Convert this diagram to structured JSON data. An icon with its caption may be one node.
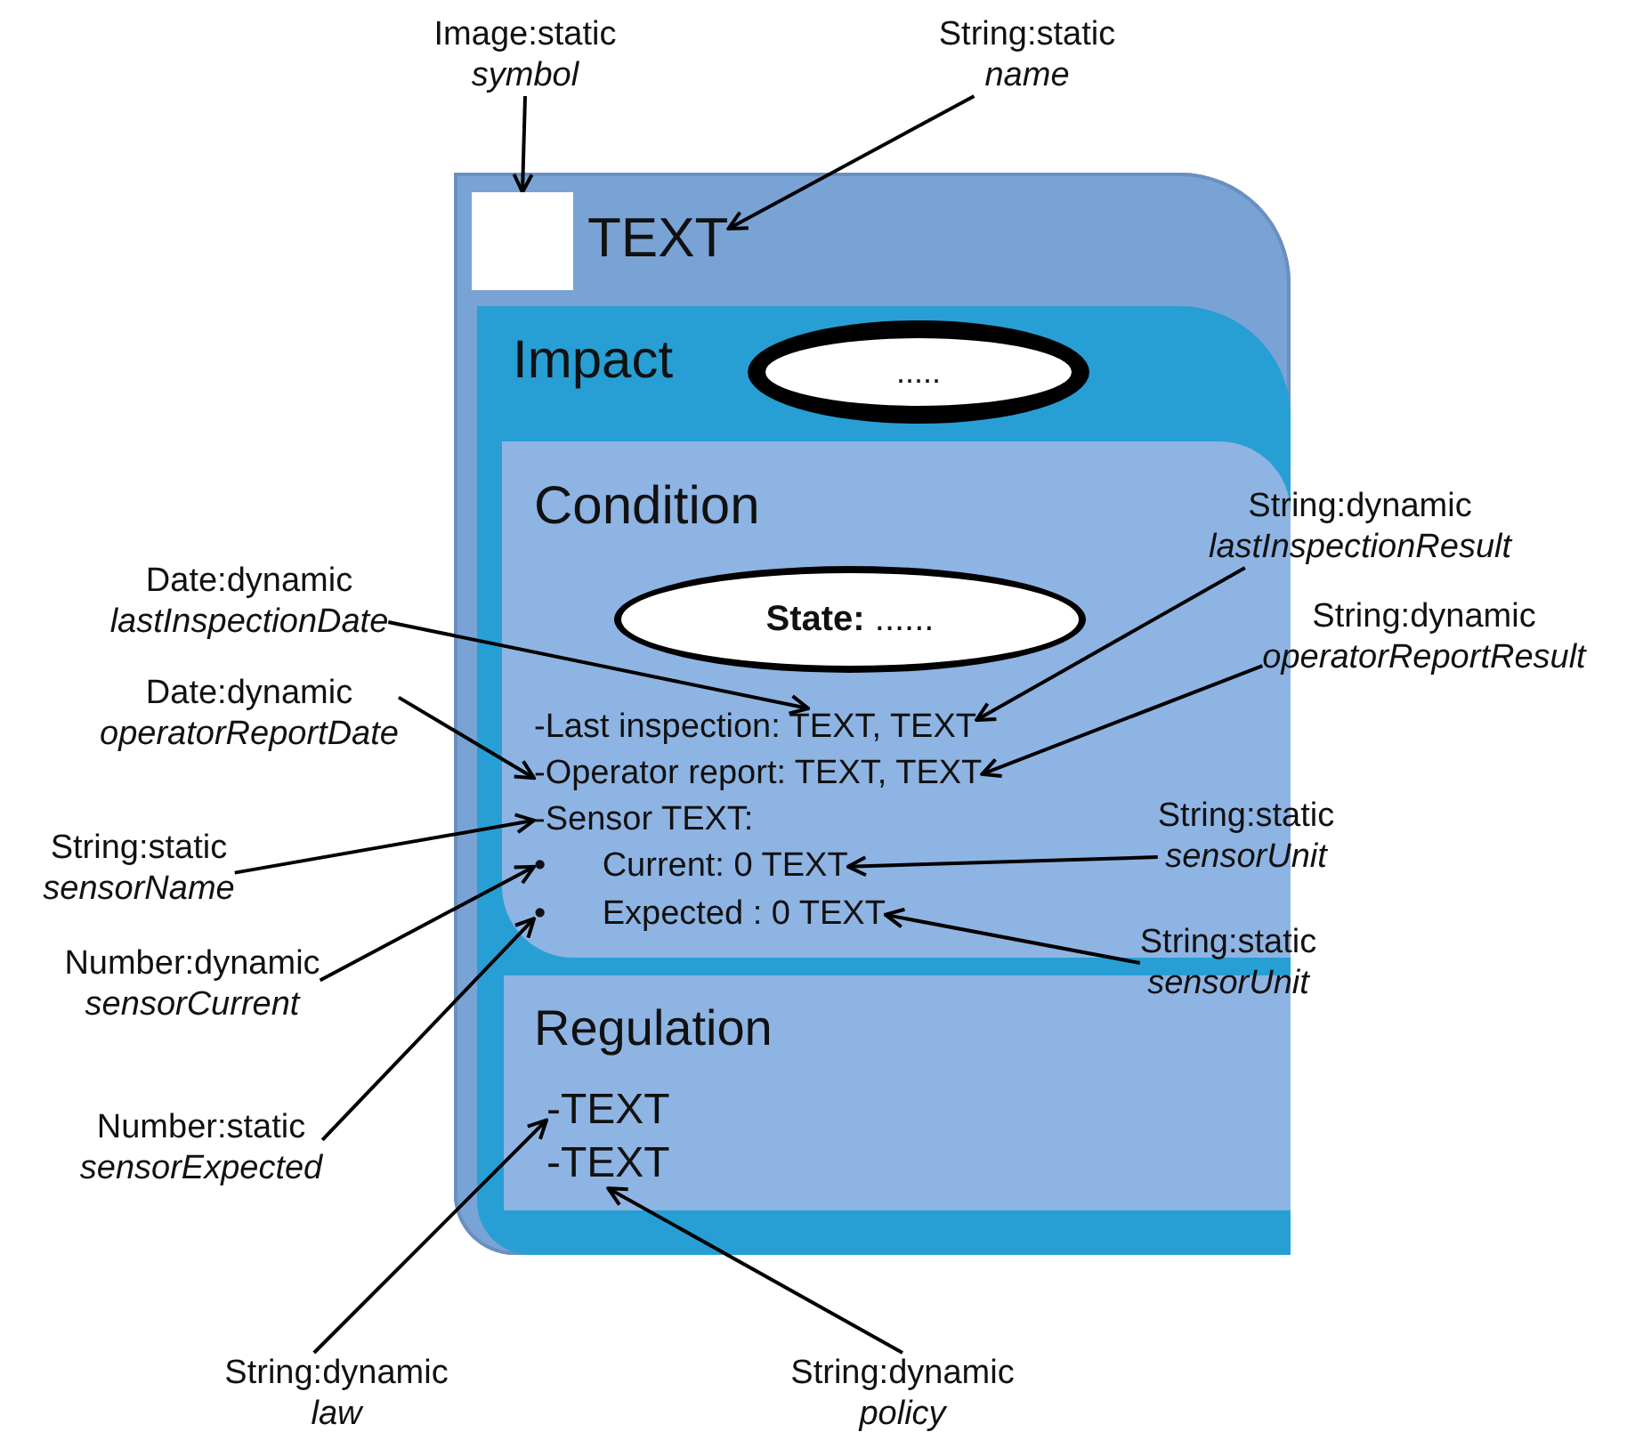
{
  "diagram": {
    "nodes": [
      {
        "text": [],
        "shape": "box"
      },
      {
        "text": [],
        "shape": "box",
        "in": 0
      },
      {
        "text": [
          "TEXT"
        ],
        "in": 0
      },
      {
        "text": [
          "Impact"
        ],
        "in": 0
      },
      {
        "text": [
          "....."
        ],
        "in": 3
      },
      {
        "text": [
          "Condition"
        ],
        "in": 3
      },
      {
        "text": [
          "**State:** ......"
        ],
        "in": 5
      },
      {
        "text": [
          "-Last inspection: TEXT, TEXT"
        ],
        "in": 5
      },
      {
        "text": [
          "-Operator report: TEXT, TEXT"
        ],
        "in": 5
      },
      {
        "text": [
          "-Sensor TEXT:"
        ],
        "in": 5
      },
      {
        "text": [
          "• Current: 0 TEXT"
        ],
        "in": 5
      },
      {
        "text": [
          "• Expected : 0 TEXT"
        ],
        "in": 5
      },
      {
        "text": [
          "Regulation"
        ],
        "in": 3
      },
      {
        "text": [
          "-TEXT"
        ],
        "in": 12
      },
      {
        "text": [
          "-TEXT"
        ],
        "in": 12
      },
      {
        "text": [
          "Image:static",
          "symbol"
        ]
      },
      {
        "text": [
          "String:static",
          "name"
        ]
      },
      {
        "text": [
          "String:dynamic",
          "lastInspectionResult"
        ]
      },
      {
        "text": [
          "Date:dynamic",
          "lastInspectionDate"
        ]
      },
      {
        "text": [
          "String:dynamic",
          "operatorReportResult"
        ]
      },
      {
        "text": [
          "Date:dynamic",
          "operatorReportDate"
        ]
      },
      {
        "text": [
          "String:static",
          "sensorName"
        ]
      },
      {
        "text": [
          "String:static",
          "sensorUnit"
        ]
      },
      {
        "text": [
          "Number:dynamic",
          "sensorCurrent"
        ]
      },
      {
        "text": [
          "String:static",
          "sensorUnit"
        ]
      },
      {
        "text": [
          "Number:static",
          "sensorExpected"
        ]
      },
      {
        "text": [
          "String:dynamic",
          "law"
        ]
      },
      {
        "text": [
          "String:dynamic",
          "policy"
        ]
      }
    ],
    "edges": [
      {
        "from": 15,
        "to": 1,
        "arrow": "to"
      },
      {
        "from": 16,
        "to": 2,
        "arrow": "to"
      },
      {
        "from": 18,
        "to": 7,
        "arrow": "to"
      },
      {
        "from": 17,
        "to": 7,
        "arrow": "to"
      },
      {
        "from": 20,
        "to": 8,
        "arrow": "to"
      },
      {
        "from": 19,
        "to": 8,
        "arrow": "to"
      },
      {
        "from": 21,
        "to": 9,
        "arrow": "to"
      },
      {
        "from": 22,
        "to": 10,
        "arrow": "to"
      },
      {
        "from": 23,
        "to": 10,
        "arrow": "to"
      },
      {
        "from": 24,
        "to": 11,
        "arrow": "to"
      },
      {
        "from": 25,
        "to": 11,
        "arrow": "to"
      },
      {
        "from": 26,
        "to": 13,
        "arrow": "to"
      },
      {
        "from": 27,
        "to": 14,
        "arrow": "to"
      }
    ]
  }
}
